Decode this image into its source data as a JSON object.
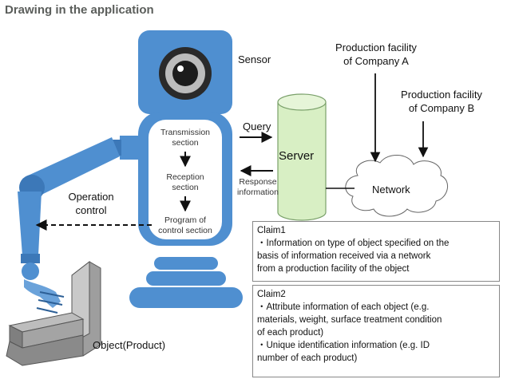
{
  "title": "Drawing in the application",
  "labels": {
    "sensor": "Sensor",
    "query": "Query",
    "server": "Server",
    "network": "Network",
    "response_line1": "Response",
    "response_line2": "information",
    "operation_line1": "Operation",
    "operation_line2": "control",
    "object": "Object(Product)",
    "facility_a_line1": "Production facility",
    "facility_a_line2": "of Company A",
    "facility_b_line1": "Production facility",
    "facility_b_line2": "of Company B"
  },
  "robot_sections": {
    "transmission_line1": "Transmission",
    "transmission_line2": "section",
    "reception_line1": "Reception",
    "reception_line2": "section",
    "program_line1": "Program of",
    "program_line2": "control section"
  },
  "claim1": {
    "heading": "Claim1",
    "lines": [
      "・Information on type of object specified on the",
      "basis of information received via a network",
      "from a production facility of the object"
    ]
  },
  "claim2": {
    "heading": "Claim2",
    "lines": [
      "・Attribute information of each object (e.g.",
      "materials, weight, surface treatment condition",
      "of each product)",
      "・Unique identification information (e.g. ID",
      "number of each product)"
    ]
  },
  "colors": {
    "robot_blue": "#4f8fd0",
    "robot_dark": "#2c5f96",
    "server_fill": "#d8efc4",
    "arrow": "#111111"
  },
  "icons": [
    "camera-icon",
    "robot-arm-icon",
    "gripper-icon",
    "object-icon",
    "cloud-icon",
    "cylinder-icon"
  ]
}
